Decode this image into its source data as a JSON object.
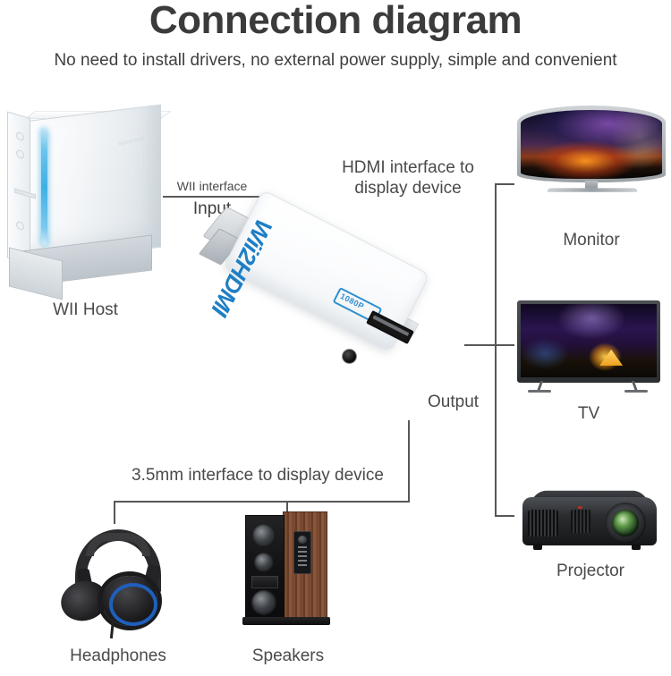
{
  "header": {
    "title": "Connection diagram",
    "subtitle": "No need to install drivers, no external power supply, simple and convenient"
  },
  "source": {
    "device_label": "WII Host",
    "interface_label": "WII interface",
    "direction_label": "Input"
  },
  "adapter": {
    "brand_text": "Wii2HDMI",
    "badge_text": "1080P",
    "output_label": "Output",
    "hdmi_port_name": "hdmi-port",
    "audio_port_name": "3.5mm-audio-jack"
  },
  "connections": {
    "hdmi_label": "HDMI interface to display device",
    "audio_label": "3.5mm interface to display device"
  },
  "display_devices": [
    {
      "label": "Monitor"
    },
    {
      "label": "TV"
    },
    {
      "label": "Projector"
    }
  ],
  "audio_devices": [
    {
      "label": "Headphones"
    },
    {
      "label": "Speakers"
    }
  ],
  "colors": {
    "brand_blue": "#1f7fc4",
    "line": "#575757",
    "text": "#3f3f3f",
    "background": "#ffffff"
  }
}
